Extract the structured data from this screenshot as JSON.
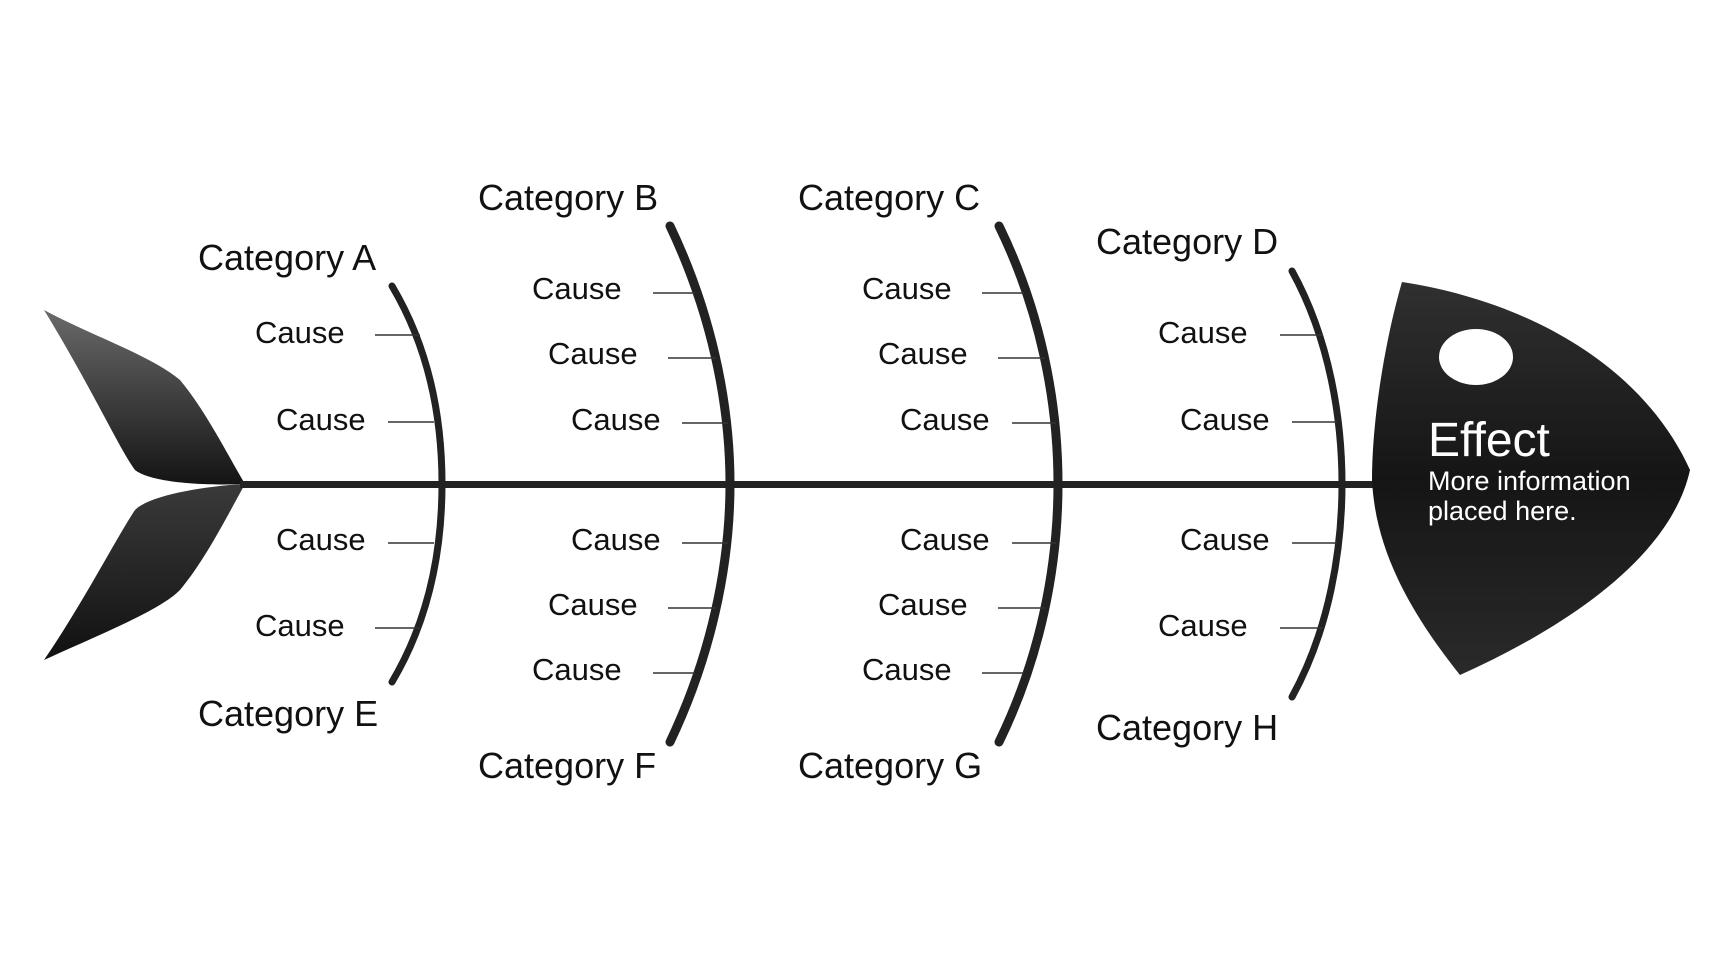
{
  "categories": {
    "a": "Category A",
    "b": "Category B",
    "c": "Category C",
    "d": "Category D",
    "e": "Category E",
    "f": "Category F",
    "g": "Category G",
    "h": "Category H"
  },
  "cause_label": "Cause",
  "effect": {
    "title": "Effect",
    "line1": "More information",
    "line2": "placed here."
  },
  "colors": {
    "fish": "#1c1c1c",
    "background": "#ffffff"
  }
}
